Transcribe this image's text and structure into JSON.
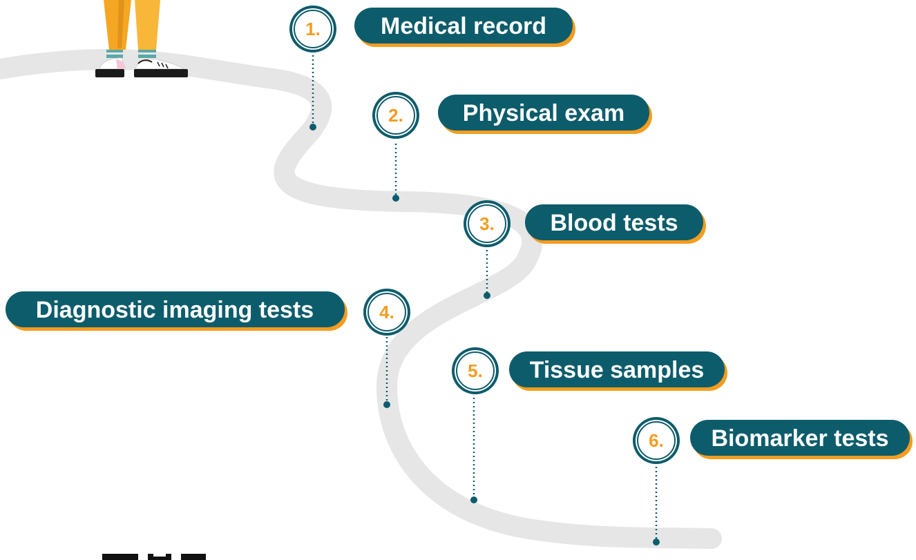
{
  "colors": {
    "badge": "#0d5c6b",
    "accent": "#f39c1f",
    "road": "#e6e6e6",
    "label_text": "#ffffff",
    "circle_bg": "#ffffff"
  },
  "steps": [
    {
      "number": "1.",
      "label": "Medical record"
    },
    {
      "number": "2.",
      "label": "Physical exam"
    },
    {
      "number": "3.",
      "label": "Blood tests"
    },
    {
      "number": "4.",
      "label": "Diagnostic imaging tests"
    },
    {
      "number": "5.",
      "label": "Tissue samples"
    },
    {
      "number": "6.",
      "label": "Biomarker tests"
    }
  ],
  "illustration": {
    "figure": "person-walking-legs-icon",
    "logo": "partial-logo-bottom-left"
  }
}
